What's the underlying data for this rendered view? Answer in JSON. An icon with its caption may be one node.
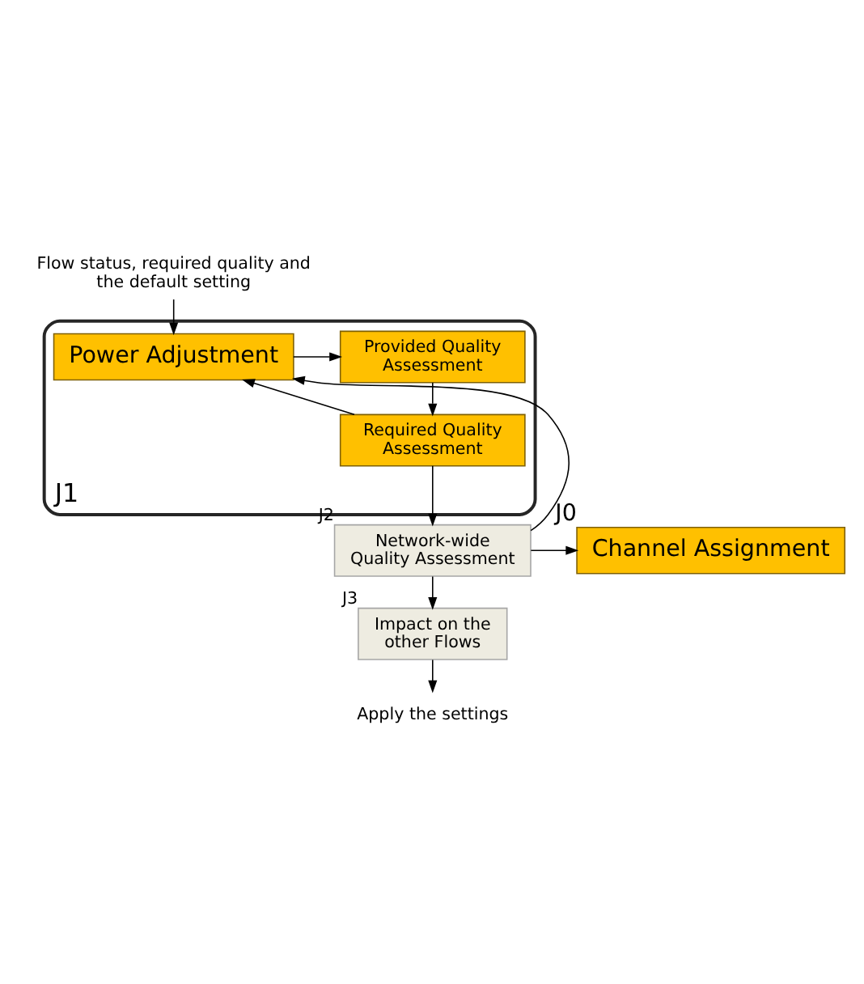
{
  "diagram": {
    "nodes": [
      {
        "text": [
          "Flow status, required quality and the default setting"
        ]
      },
      {
        "text": [
          "J1"
        ]
      },
      {
        "text": [
          "Power Adjustment"
        ],
        "in": 1
      },
      {
        "text": [
          "Provided Quality Assessment"
        ],
        "in": 1
      },
      {
        "text": [
          "Required Quality Assessment"
        ],
        "in": 1
      },
      {
        "text": [
          "Network-wide Quality Assessment"
        ],
        "beside": [
          "J2"
        ]
      },
      {
        "text": [
          "Channel Assignment"
        ],
        "beside": [
          "J0"
        ]
      },
      {
        "text": [
          "Impact on the other Flows"
        ],
        "beside": [
          "J3"
        ]
      },
      {
        "text": [
          "Apply the settings"
        ]
      }
    ],
    "edges": [
      {
        "from": 0,
        "to": 2,
        "arrow": "to"
      },
      {
        "from": 2,
        "to": 3,
        "arrow": "to"
      },
      {
        "from": 3,
        "to": 4,
        "arrow": "to"
      },
      {
        "from": 4,
        "to": 2,
        "arrow": "to"
      },
      {
        "from": 4,
        "to": 5,
        "arrow": "to"
      },
      {
        "from": 5,
        "to": 2,
        "arrow": "to"
      },
      {
        "from": 5,
        "to": 6,
        "arrow": "to"
      },
      {
        "from": 5,
        "to": 7,
        "arrow": "to"
      },
      {
        "from": 7,
        "to": 8,
        "arrow": "to"
      }
    ]
  }
}
